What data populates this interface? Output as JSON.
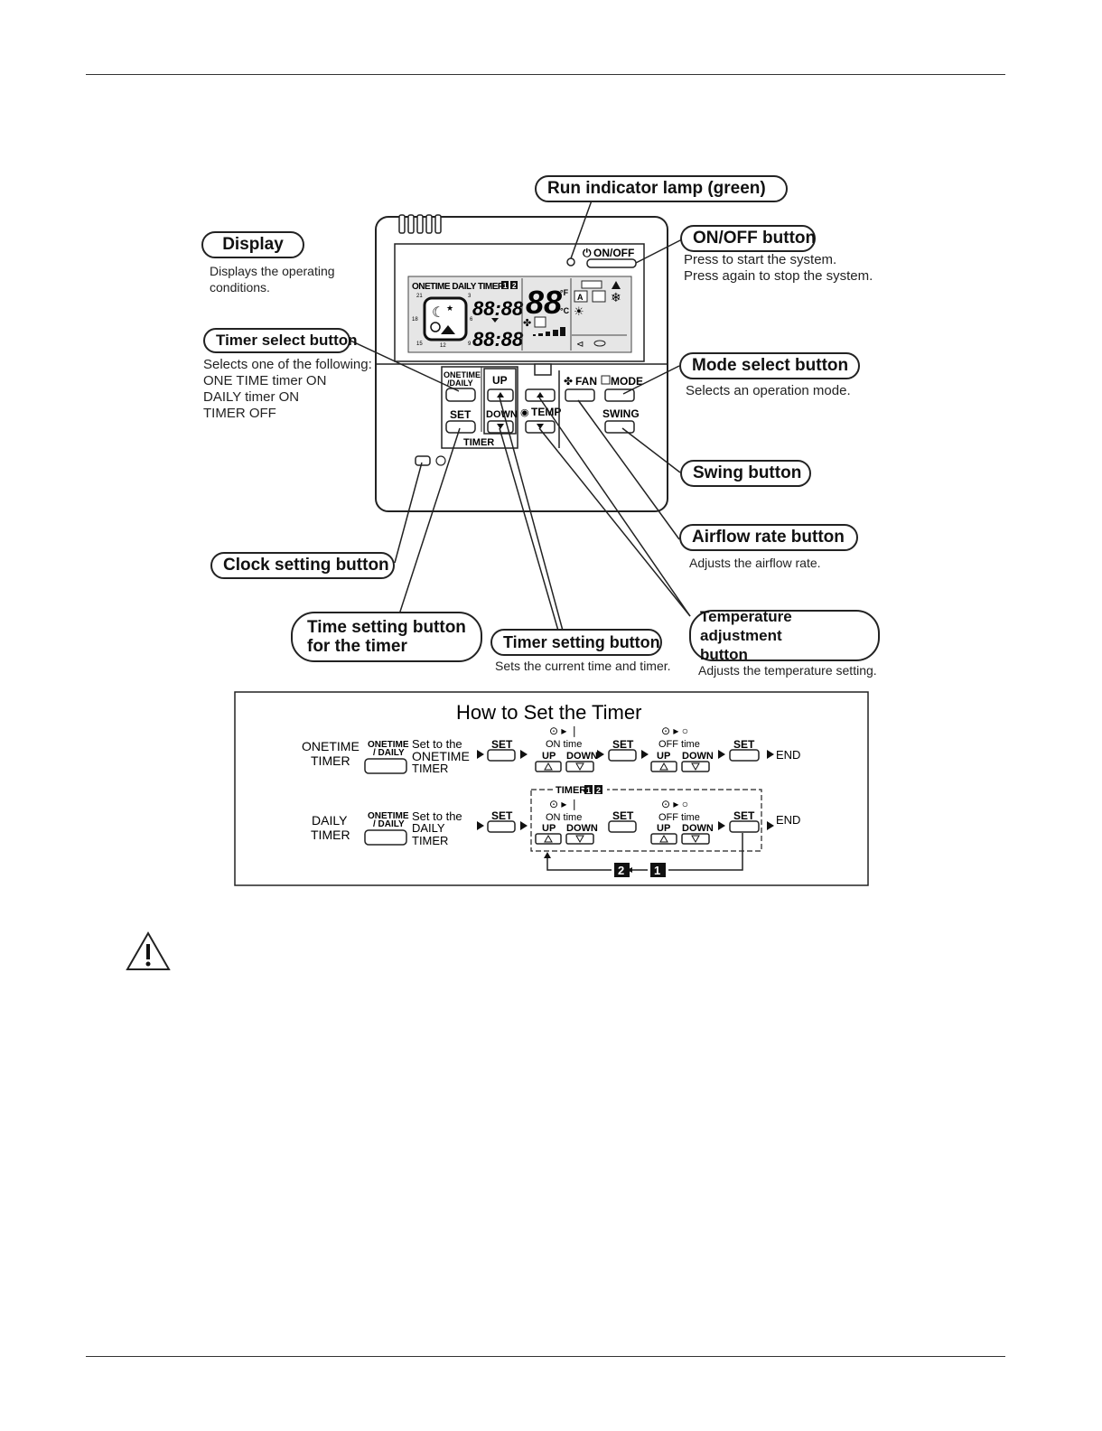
{
  "labels": {
    "run_lamp": "Run indicator lamp (green)",
    "display": "Display",
    "display_desc_1": "Displays the operating",
    "display_desc_2": "conditions.",
    "onoff_button": "ON/OFF button",
    "onoff_desc_1": "Press to start the system.",
    "onoff_desc_2": "Press again to stop the system.",
    "timer_select": "Timer select button",
    "timer_select_desc_1": "Selects one of the following:",
    "timer_select_desc_2": "ONE TIME timer ON",
    "timer_select_desc_3": "DAILY timer ON",
    "timer_select_desc_4": "TIMER OFF",
    "mode_select": "Mode select button",
    "mode_select_desc": "Selects an operation mode.",
    "swing": "Swing button",
    "airflow": "Airflow rate button",
    "airflow_desc": "Adjusts the airflow rate.",
    "clock": "Clock setting button",
    "time_setting_1": "Time setting button",
    "time_setting_2": "for the timer",
    "timer_setting": "Timer setting button",
    "timer_setting_desc": "Sets the current time and timer.",
    "temp_adjust_1": "Temperature adjustment",
    "temp_adjust_2": "button",
    "temp_adjust_desc": "Adjusts the temperature setting."
  },
  "remote": {
    "onoff": "ON/OFF",
    "lcd_header": "ONETIME DAILY TIMER",
    "lcd_digits": "88:88",
    "lcd_temp": "88",
    "unit_f": "°F",
    "unit_c": "°C",
    "onetime_daily_1": "ONETIME",
    "onetime_daily_2": "/DAILY",
    "up": "UP",
    "down": "DOWN",
    "set": "SET",
    "timer": "TIMER",
    "fan": "FAN",
    "mode": "MODE",
    "temp": "TEMP",
    "swing": "SWING",
    "clock_marks": [
      "21",
      "3",
      "18",
      "6",
      "15",
      "9",
      "12"
    ]
  },
  "how_to": {
    "title": "How to Set the Timer",
    "row1_label_1": "ONETIME",
    "row1_label_2": "TIMER",
    "row2_label_1": "DAILY",
    "row2_label_2": "TIMER",
    "key_1": "ONETIME",
    "key_2": "/ DAILY",
    "row1_set_1": "Set to the",
    "row1_set_2": "ONETIME",
    "row1_set_3": "TIMER",
    "row2_set_1": "Set to the",
    "row2_set_2": "DAILY",
    "row2_set_3": "TIMER",
    "set": "SET",
    "on_time": "ON time",
    "off_time": "OFF time",
    "up": "UP",
    "down": "DOWN",
    "end": "END",
    "timer12": "TIMER",
    "num1": "1",
    "num2": "2"
  }
}
